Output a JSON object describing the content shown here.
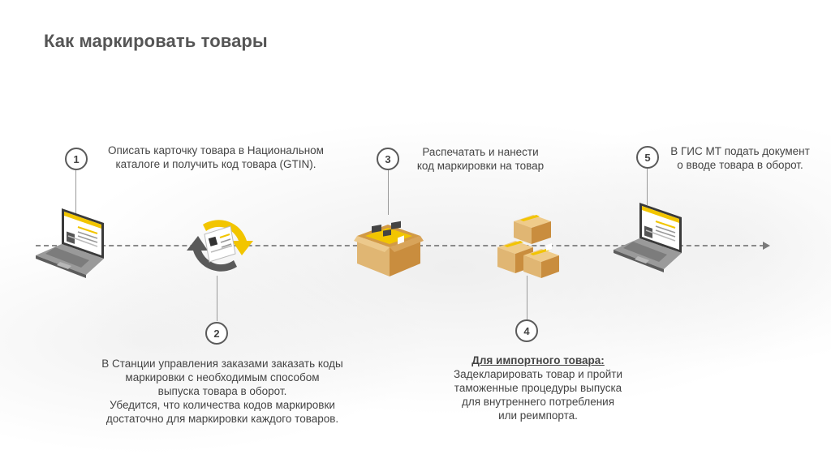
{
  "slide": {
    "title": "Как маркировать товары"
  },
  "steps": {
    "s1": {
      "number": "1",
      "lines": [
        "Описать карточку товара в Национальном",
        "каталоге и получить код товара (GTIN)."
      ]
    },
    "s2": {
      "number": "2",
      "lines": [
        "В Станции управления заказами заказать коды",
        "маркировки с необходимым способом",
        "выпуска товара в оборот.",
        "Убедится, что количества кодов маркировки",
        "достаточно для маркировки каждого товаров."
      ]
    },
    "s3": {
      "number": "3",
      "lines": [
        "Распечатать и нанести",
        "код маркировки на товар"
      ]
    },
    "s4": {
      "number": "4",
      "heading": "Для импортного товара:",
      "lines": [
        "Задекларировать товар и пройти",
        "таможенные процедуры выпуска",
        "для внутреннего потребления",
        "или реимпорта."
      ]
    },
    "s5": {
      "number": "5",
      "lines": [
        "В ГИС МТ подать документ",
        "о вводе товара в оборот."
      ]
    }
  },
  "colors": {
    "accent_yellow": "#f2c500",
    "box_tan": "#e0b673",
    "text_gray": "#444444"
  },
  "icons": [
    "laptop-icon",
    "cycle-arrows-icon",
    "open-box-icon",
    "stacked-boxes-icon",
    "laptop-icon"
  ]
}
